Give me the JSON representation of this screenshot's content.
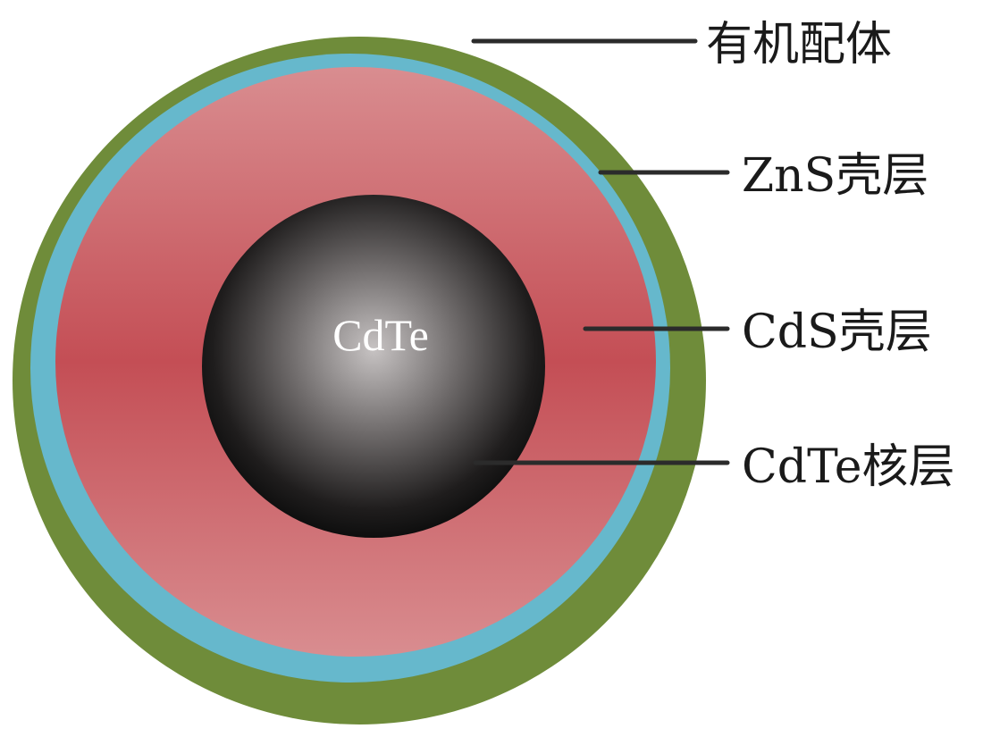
{
  "diagram": {
    "core_text": "CdTe",
    "layers": [
      {
        "key": "ligand",
        "label": "有机配体",
        "color": "#6f8c3a"
      },
      {
        "key": "zns",
        "label": "ZnS壳层",
        "color": "#66b8cc"
      },
      {
        "key": "cds",
        "label": "CdS壳层",
        "color": "#c85a60"
      },
      {
        "key": "core",
        "label": "CdTe核层",
        "color": "#2a2a2a"
      }
    ]
  }
}
